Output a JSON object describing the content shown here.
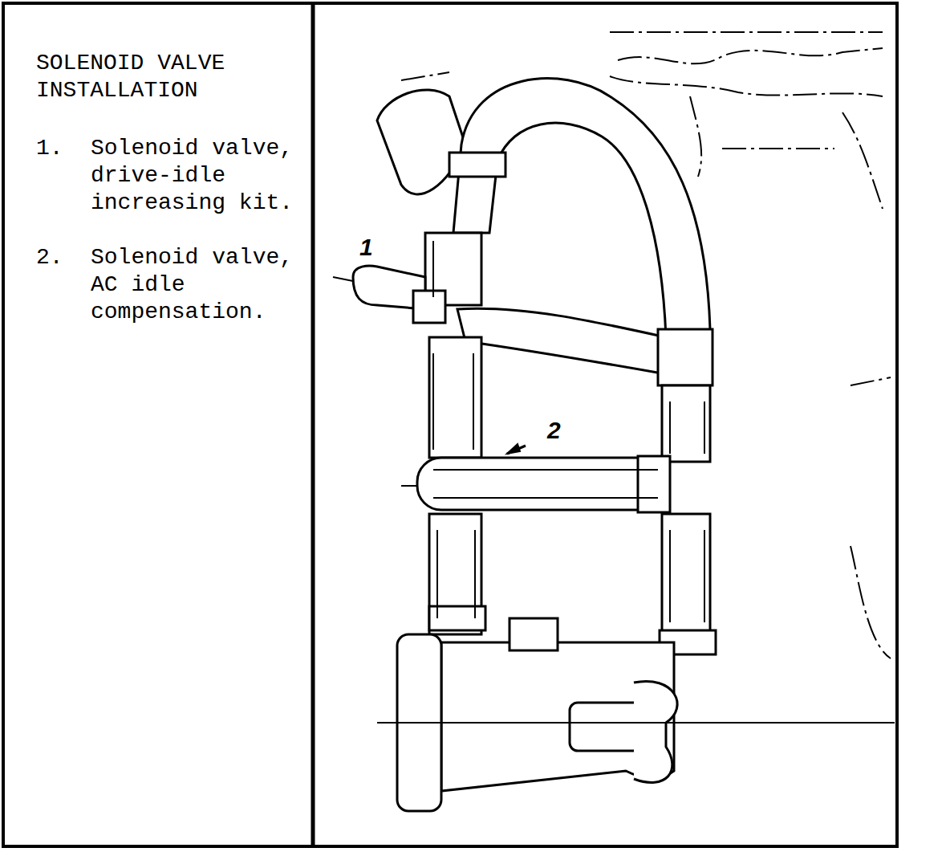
{
  "diagram": {
    "title": "SOLENOID VALVE INSTALLATION",
    "labels": [
      "1.",
      "Solenoid valve, drive-idle increasing kit.",
      "2.",
      "Solenoid valve, AC idle compensation.",
      "1",
      "2"
    ]
  }
}
